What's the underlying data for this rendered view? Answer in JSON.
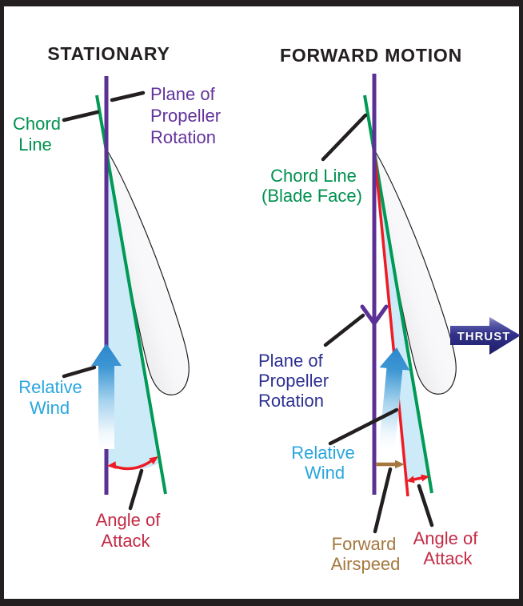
{
  "figure": {
    "left_panel": {
      "title": "STATIONARY",
      "labels": {
        "plane_of_rotation": [
          "Plane of",
          "Propeller",
          "Rotation"
        ],
        "chord_line": [
          "Chord",
          "Line"
        ],
        "relative_wind": [
          "Relative",
          "Wind"
        ],
        "angle_of_attack": [
          "Angle of",
          "Attack"
        ]
      }
    },
    "right_panel": {
      "title": "FORWARD MOTION",
      "labels": {
        "chord_line": [
          "Chord Line",
          "(Blade Face)"
        ],
        "plane_of_rotation": [
          "Plane of",
          "Propeller",
          "Rotation"
        ],
        "relative_wind": [
          "Relative",
          "Wind"
        ],
        "forward_airspeed": [
          "Forward",
          "Airspeed"
        ],
        "angle_of_attack": [
          "Angle of",
          "Attack"
        ],
        "thrust": "THRUST"
      }
    },
    "palette": {
      "plane_of_rotation_line": "#5c3195",
      "plane_label_left": "#63339c",
      "plane_label_right": "#2e3192",
      "chord_line_green": "#009a55",
      "chord_label_green": "#00914f",
      "relative_wind_blue": "#2b87cd",
      "relative_wind_label": "#29a6de",
      "angle_wedge_light_blue": "#cdeaf9",
      "angle_arrow_red": "#ed1c24",
      "angle_label_crimson": "#c32b46",
      "forward_airspeed_brown": "#a5783f",
      "thrust_navy": "#32328e",
      "title_black": "#231f20"
    }
  }
}
